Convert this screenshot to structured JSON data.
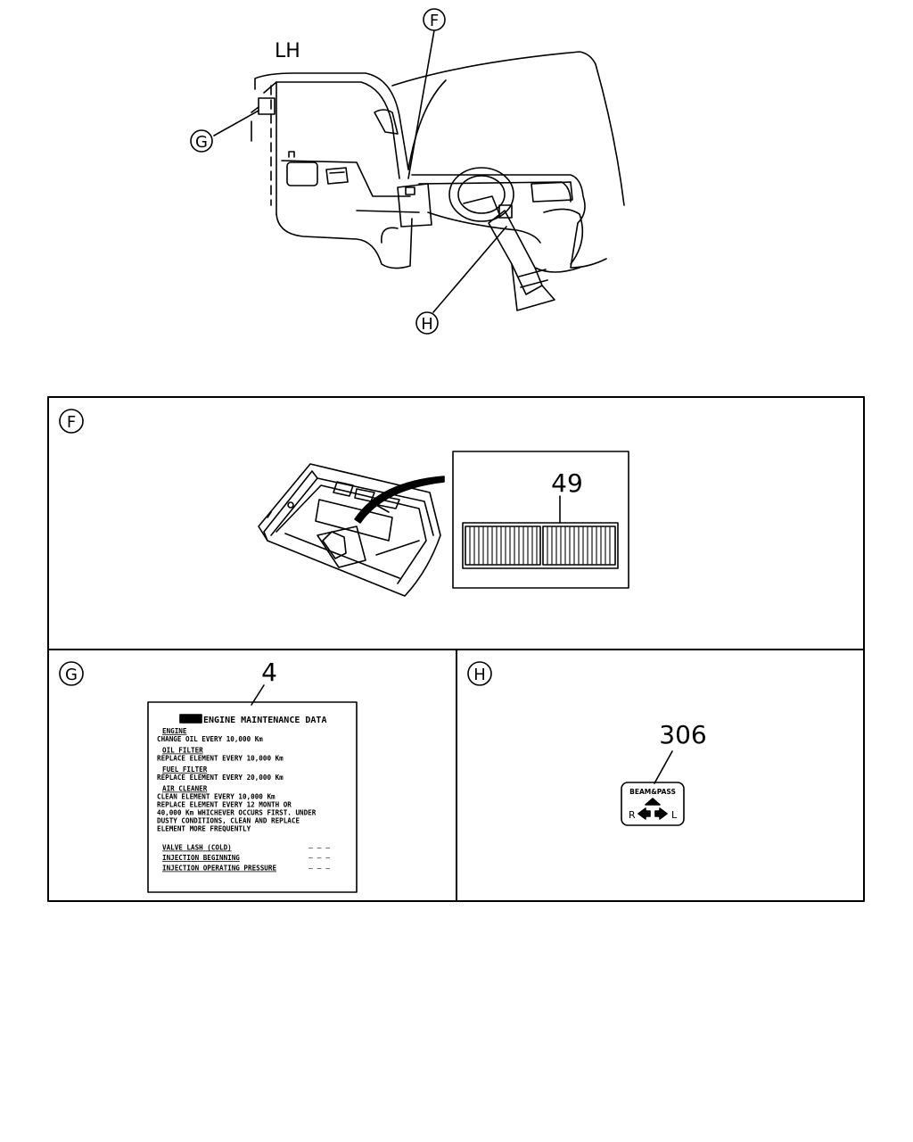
{
  "top_view": {
    "side_label": "LH",
    "callouts": {
      "f": "F",
      "g": "G",
      "h": "H"
    }
  },
  "panel_f": {
    "letter": "F",
    "part_number": "49"
  },
  "panel_g": {
    "letter": "G",
    "part_number": "4",
    "label": {
      "title": "ENGINE MAINTENANCE DATA",
      "lines": [
        {
          "text": "ENGINE",
          "heading": true
        },
        {
          "text": "CHANGE OIL EVERY 10,000 Km",
          "heading": false
        },
        {
          "text": "OIL FILTER",
          "heading": true
        },
        {
          "text": "REPLACE ELEMENT EVERY 10,000 Km",
          "heading": false
        },
        {
          "text": "FUEL FILTER",
          "heading": true
        },
        {
          "text": "REPLACE ELEMENT EVERY 20,000 Km",
          "heading": false
        },
        {
          "text": "AIR CLEANER",
          "heading": true
        },
        {
          "text": "CLEAN ELEMENT EVERY 10,000 Km",
          "heading": false
        },
        {
          "text": "REPLACE ELEMENT EVERY 12 MONTH OR",
          "heading": false
        },
        {
          "text": "40,000 Km WHICHEVER OCCURS FIRST. UNDER",
          "heading": false
        },
        {
          "text": "DUSTY CONDITIONS, CLEAN AND REPLACE",
          "heading": false
        },
        {
          "text": "ELEMENT MORE FREQUENTLY",
          "heading": false
        }
      ],
      "spec_rows": [
        {
          "text": "VALVE LASH (COLD)",
          "value": "— — —"
        },
        {
          "text": "INJECTION BEGINNING",
          "value": "— — —"
        },
        {
          "text": "INJECTION OPERATING PRESSURE",
          "value": "— — —"
        }
      ]
    }
  },
  "panel_h": {
    "letter": "H",
    "part_number": "306",
    "decal": {
      "text": "BEAM&PASS",
      "left": "R",
      "right": "L"
    }
  }
}
